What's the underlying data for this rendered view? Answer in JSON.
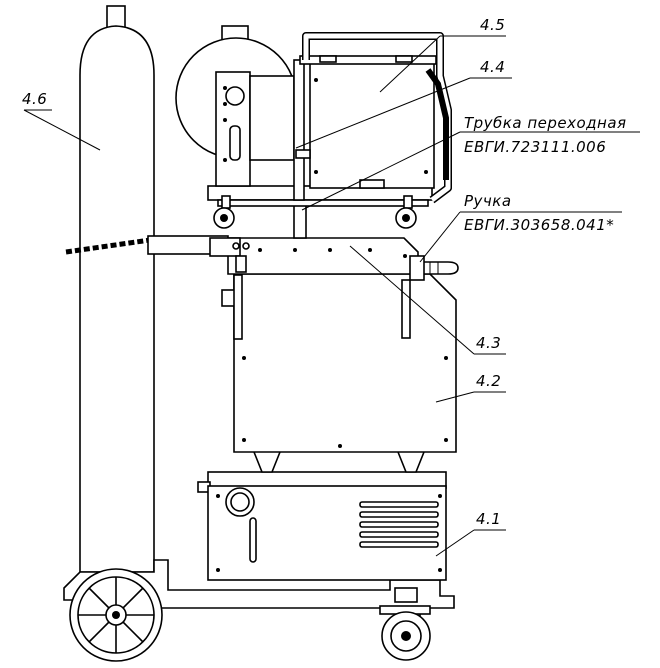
{
  "labels": {
    "l41": "4.1",
    "l42": "4.2",
    "l43": "4.3",
    "l44": "4.4",
    "l45": "4.5",
    "l46": "4.6",
    "tube_name": "Трубка переходная",
    "tube_code": "ЕВГИ.723111.006",
    "handle_name": "Ручка",
    "handle_code": "ЕВГИ.303658.041*"
  }
}
